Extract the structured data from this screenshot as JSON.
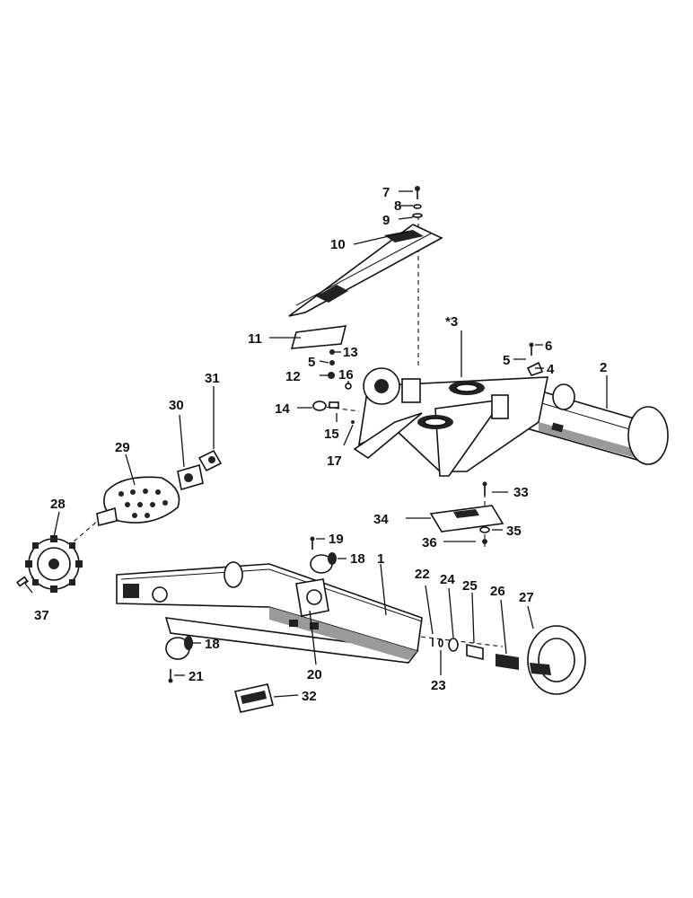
{
  "title": "",
  "callouts": [
    {
      "id": "c1",
      "text": "1"
    },
    {
      "id": "c2",
      "text": "2"
    },
    {
      "id": "c3",
      "text": "*3"
    },
    {
      "id": "c4",
      "text": "4"
    },
    {
      "id": "c5a",
      "text": "5"
    },
    {
      "id": "c5b",
      "text": "5"
    },
    {
      "id": "c6",
      "text": "6"
    },
    {
      "id": "c7",
      "text": "7"
    },
    {
      "id": "c8",
      "text": "8"
    },
    {
      "id": "c9",
      "text": "9"
    },
    {
      "id": "c10",
      "text": "10"
    },
    {
      "id": "c11",
      "text": "11"
    },
    {
      "id": "c12",
      "text": "12"
    },
    {
      "id": "c13",
      "text": "13"
    },
    {
      "id": "c14",
      "text": "14"
    },
    {
      "id": "c15",
      "text": "15"
    },
    {
      "id": "c16",
      "text": "16"
    },
    {
      "id": "c17",
      "text": "17"
    },
    {
      "id": "c18a",
      "text": "18"
    },
    {
      "id": "c18b",
      "text": "18"
    },
    {
      "id": "c19",
      "text": "19"
    },
    {
      "id": "c20",
      "text": "20"
    },
    {
      "id": "c21",
      "text": "21"
    },
    {
      "id": "c22",
      "text": "22"
    },
    {
      "id": "c23",
      "text": "23"
    },
    {
      "id": "c24",
      "text": "24"
    },
    {
      "id": "c25",
      "text": "25"
    },
    {
      "id": "c26",
      "text": "26"
    },
    {
      "id": "c27",
      "text": "27"
    },
    {
      "id": "c28",
      "text": "28"
    },
    {
      "id": "c29",
      "text": "29"
    },
    {
      "id": "c30",
      "text": "30"
    },
    {
      "id": "c31",
      "text": "31"
    },
    {
      "id": "c32",
      "text": "32"
    },
    {
      "id": "c33",
      "text": "33"
    },
    {
      "id": "c34",
      "text": "34"
    },
    {
      "id": "c35",
      "text": "35"
    },
    {
      "id": "c36",
      "text": "36"
    },
    {
      "id": "c37",
      "text": "37"
    }
  ],
  "colors": {
    "line": "#111111",
    "background": "#ffffff"
  }
}
